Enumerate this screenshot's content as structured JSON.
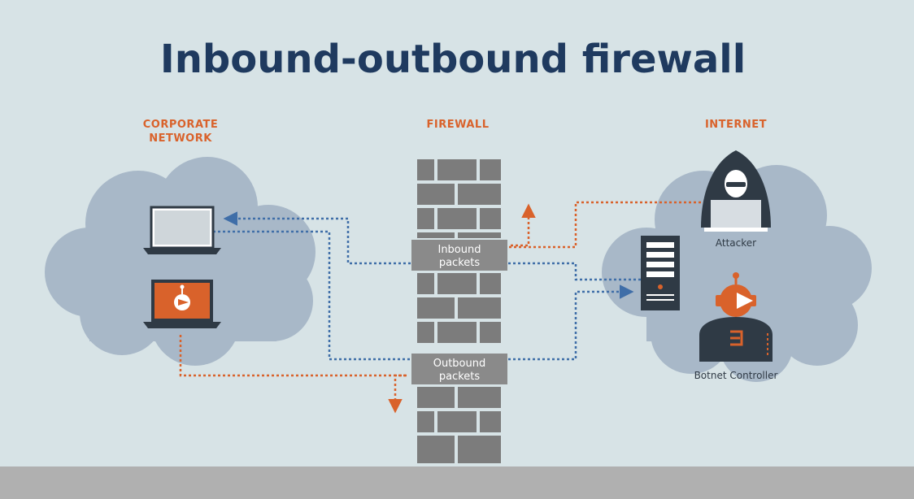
{
  "title": "Inbound-outbound firewall",
  "sections": {
    "corporate_line1": "CORPORATE",
    "corporate_line2": "NETWORK",
    "firewall": "FIREWALL",
    "internet": "INTERNET"
  },
  "packets": {
    "inbound_line1": "Inbound",
    "inbound_line2": "packets",
    "outbound_line1": "Outbound",
    "outbound_line2": "packets"
  },
  "actors": {
    "attacker": "Attacker",
    "botnet": "Botnet Controller"
  },
  "icons": {
    "laptop": "laptop-icon",
    "infected_laptop": "infected-laptop-icon",
    "server": "server-icon",
    "attacker": "hooded-attacker-icon",
    "botnet": "robot-botnet-icon"
  },
  "colors": {
    "background": "#d7e3e6",
    "title": "#1f3a5f",
    "accent_orange": "#d9622b",
    "flow_blue": "#3f6ea8",
    "cloud": "#a8b8c8",
    "wall": "#7c7c7c",
    "ground": "#b0b0b0"
  }
}
